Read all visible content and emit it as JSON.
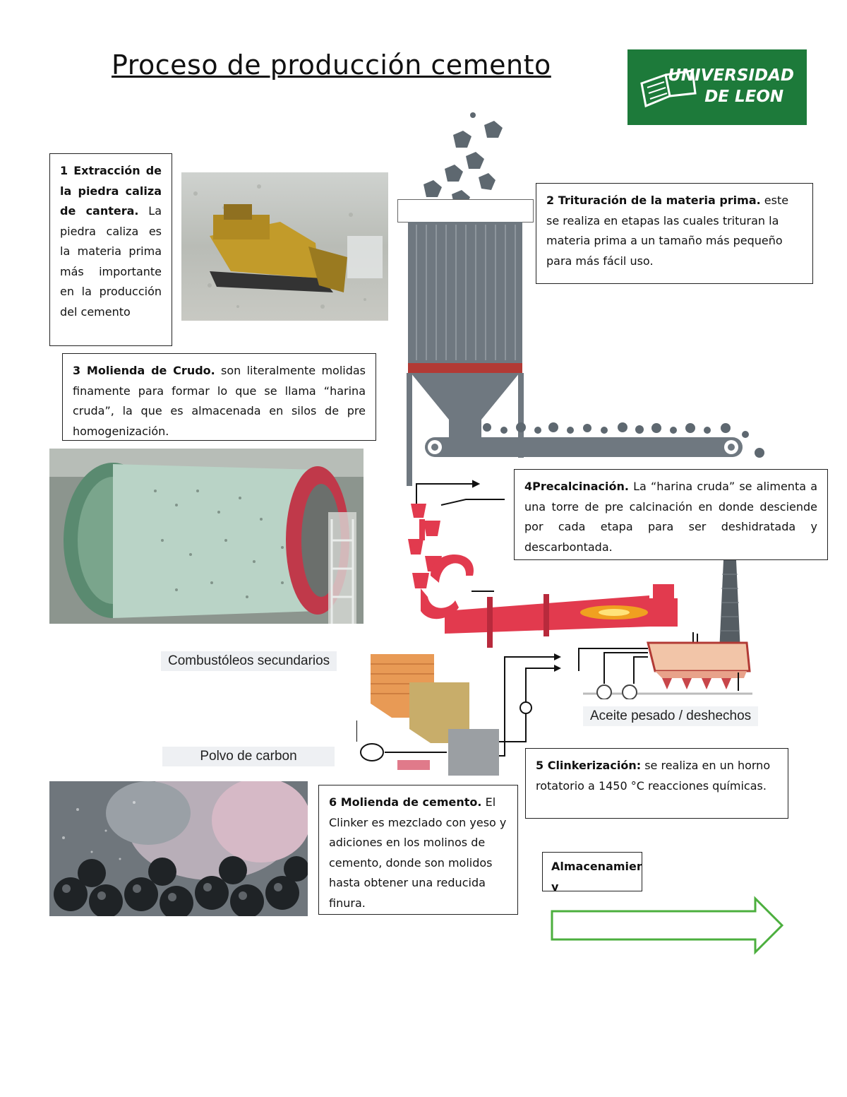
{
  "page": {
    "title": "Proceso de producción cemento",
    "logo": {
      "line1": "UNIVERSIDAD",
      "line2": "DE LEON",
      "color": "#1d7a3a"
    }
  },
  "steps": {
    "s1": {
      "heading": "1 Extracción de la piedra caliza de cantera.",
      "text": " La piedra caliza es la materia prima más importante en la producción del cemento"
    },
    "s2": {
      "heading": "2 Trituración de la materia prima.",
      "text": " este se realiza en etapas las cuales trituran la materia prima a un tamaño más pequeño para más fácil uso."
    },
    "s3": {
      "heading": "3 Molienda de Crudo.",
      "text": " son literalmente molidas finamente para formar lo que se llama “harina cruda”, la que es almacenada en silos de pre homogenización."
    },
    "s4": {
      "heading": "4Precalcinación.",
      "text": " La “harina cruda” se alimenta a una torre de pre calcinación en donde desciende por cada etapa para ser deshidratada y descarbontada."
    },
    "s5": {
      "heading": "5 Clinkerización:",
      "text": " se realiza en un horno rotatorio a 1450 °C reacciones químicas."
    },
    "s6": {
      "heading": "6 Molienda de cemento.",
      "text": " El Clinker es mezclado con yeso y adiciones en los molinos de cemento, donde son molidos hasta obtener una reducida finura."
    },
    "s7": {
      "heading": "Almacenamiento y"
    }
  },
  "diagram_labels": {
    "secondary_fuels": "Combustóleos secundarios",
    "coal_dust": "Polvo de carbon",
    "heavy_oil": "Aceite pesado / deshechos"
  },
  "colors": {
    "silo": "#6f7880",
    "kiln": "#e23a4e",
    "arrow": "#4caf3e"
  }
}
